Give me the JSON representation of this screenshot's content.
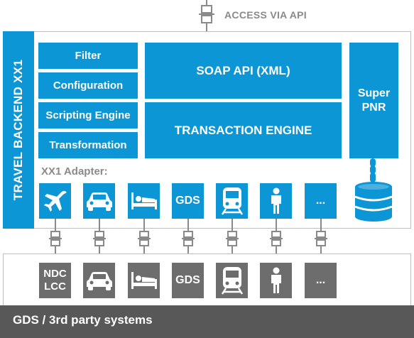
{
  "access": {
    "label": "ACCESS VIA API",
    "icon": "plug-connector-icon"
  },
  "backend": {
    "title": "TRAVEL BACKEND XX1",
    "modules": [
      "Filter",
      "Configuration",
      "Scripting Engine",
      "Transformation"
    ],
    "soap_api": "SOAP API (XML)",
    "transaction_engine": "TRANSACTION ENGINE",
    "super_pnr": "Super\nPNR",
    "database_icon": "database-icon"
  },
  "adapter": {
    "label": "XX1 Adapter:",
    "tiles": [
      {
        "icon": "airplane-icon",
        "label": ""
      },
      {
        "icon": "car-icon",
        "label": ""
      },
      {
        "icon": "bed-icon",
        "label": ""
      },
      {
        "icon": "",
        "label": "GDS"
      },
      {
        "icon": "train-icon",
        "label": ""
      },
      {
        "icon": "person-icon",
        "label": ""
      },
      {
        "icon": "",
        "label": "..."
      }
    ]
  },
  "systems": {
    "label": "GDS / 3rd party systems",
    "tiles": [
      {
        "icon": "",
        "label": "NDC\nLCC"
      },
      {
        "icon": "car-icon",
        "label": ""
      },
      {
        "icon": "bed-icon",
        "label": ""
      },
      {
        "icon": "",
        "label": "GDS"
      },
      {
        "icon": "train-icon",
        "label": ""
      },
      {
        "icon": "person-icon",
        "label": ""
      },
      {
        "icon": "",
        "label": "..."
      }
    ]
  },
  "colors": {
    "blue": "#0c96d6",
    "gray": "#6d6d6d",
    "dark_gray": "#585858",
    "connector": "#8a8a8a"
  }
}
